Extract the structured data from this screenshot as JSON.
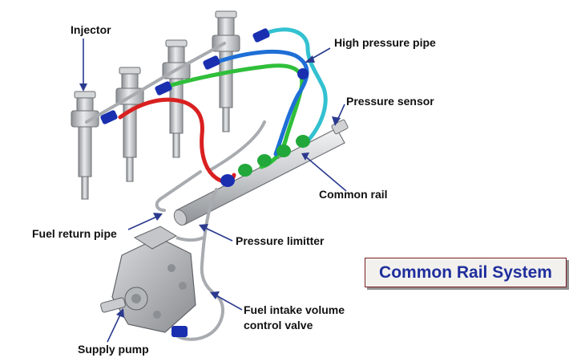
{
  "labels": {
    "injector": "Injector",
    "high_pressure_pipe": "High pressure pipe",
    "pressure_sensor": "Pressure sensor",
    "common_rail": "Common rail",
    "fuel_return_pipe": "Fuel return pipe",
    "pressure_limiter": "Pressure limitter",
    "fuel_intake_line1": "Fuel intake volume",
    "fuel_intake_line2": "control valve",
    "supply_pump": "Supply pump"
  },
  "title": "Common Rail System",
  "colors": {
    "pipe_red": "#d92020",
    "pipe_green": "#2fbf3a",
    "pipe_blue": "#1e6fd6",
    "pipe_cyan": "#33c1d0",
    "fitting_navy": "#1a2fb0",
    "fitting_green": "#22a83a",
    "metal": "#b9bcc0",
    "title_text": "#1f2e9c",
    "title_border": "#7a1f24"
  },
  "icons": [
    "injector-icon",
    "common-rail-icon",
    "supply-pump-icon"
  ]
}
